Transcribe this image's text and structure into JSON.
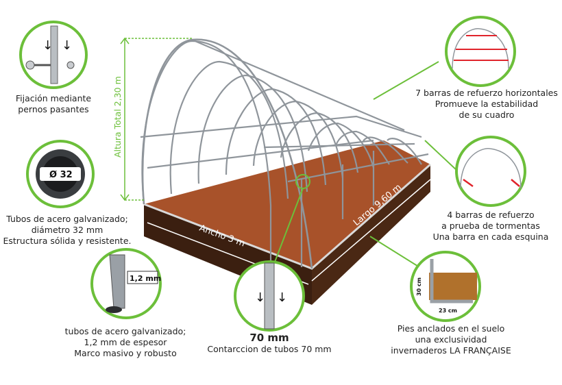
{
  "dimensions": {
    "height": "Altura Total 2,30 m",
    "width": "Ancho 3 m",
    "length": "Largo 9,60 m"
  },
  "callouts": {
    "bolts": {
      "line1": "Fijación mediante",
      "line2": "pernos pasantes"
    },
    "tube": {
      "badge": "Ø 32",
      "line1": "Tubos de acero galvanizado;",
      "line2": "diámetro 32 mm",
      "line3": "Estructura sólida y resistente."
    },
    "thickness": {
      "badge": "1,2 mm",
      "line1": "tubos de acero galvanizado;",
      "line2": "1,2 mm de espesor",
      "line3": "Marco masivo y robusto"
    },
    "tube70": {
      "title": "70 mm",
      "line1": "Contarccion de tubos 70 mm"
    },
    "horizontal_bars": {
      "line1": "7 barras de refuerzo horizontales",
      "line2": "Promueve la estabilidad",
      "line3": "de su cuadro"
    },
    "storm_bars": {
      "line1": "4 barras de refuerzo",
      "line2": "a prueba de tormentas",
      "line3": "Una barra en cada esquina"
    },
    "anchor": {
      "dim_height": "30 cm",
      "dim_width": "23 cm",
      "line1": "Pies anclados en el suelo",
      "line2": "una exclusividad",
      "line3": "invernaderos LA FRANÇAISE"
    }
  },
  "colors": {
    "accent_green": "#6cbf3a",
    "soil": "#a8522a",
    "soil_side": "#3b1f10",
    "frame": "#9aa0a6",
    "red_bar": "#e0242b"
  }
}
